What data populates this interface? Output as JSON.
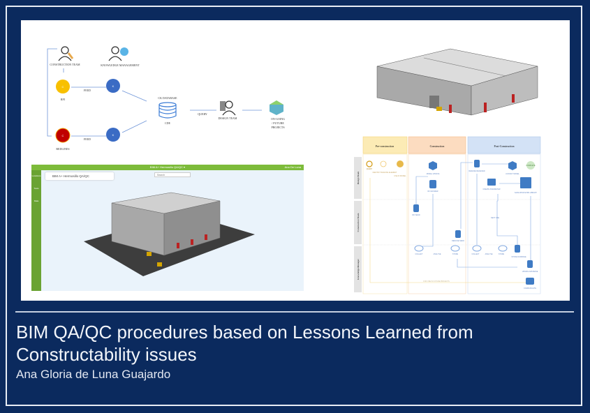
{
  "poster": {
    "title": "BIM QA/QC procedures based on Lessons Learned from Constructability issues",
    "author": "Ana Gloria de Luna Guajardo",
    "colors": {
      "background": "#0b2a5e",
      "accent_green": "#7dbb3a",
      "node_blue": "#3a6bc4",
      "node_yellow": "#f8c000",
      "node_red": "#c00000"
    }
  },
  "flow_diagram": {
    "construction_team": "CONSTRUCTION TEAM",
    "knowledge_management": "KNOWLEDGE MANAGEMENT",
    "c_node": "C",
    "k_node": "K",
    "rfi": "RFI",
    "redlines": "REDLINES",
    "feed": "FEED",
    "ck_database": "CK DATABASE",
    "cde": "CDE",
    "query": "QUERY",
    "design_team": "DESIGN TEAM",
    "future_projects_1": "ON-GOING",
    "future_projects_2": "/ FUTURE",
    "future_projects_3": "PROJECTS"
  },
  "app": {
    "project_title": "BIM A+ Hermosillo QA/QC",
    "user": "Ana De Luna",
    "breadcrumb": "BIM A+ Hermosillo QA/QC",
    "search_placeholder": "Search",
    "side_items": [
      "Locations",
      "Tools",
      "Data"
    ]
  },
  "process": {
    "phases": [
      "Pre-construction",
      "Construction",
      "Post-Construction"
    ],
    "lanes": [
      "Design Team",
      "Construction Team",
      "Knowledge Manager"
    ],
    "steps": {
      "query": "QUERY",
      "identify": "IDENTIFY BUILDING ELEMENT",
      "use_model": "USE IN MODEL",
      "model_update": "MODEL UPDATE",
      "rfi_answer": "RFI ANSWER",
      "rfi_send": "RFI SEND",
      "redline_send": "REDLINE SEND",
      "redline_received": "REDLINE RECEIVED",
      "as_built": "AS-BUILT MODEL",
      "complete": "COMPLETE",
      "create_parameter": "CREATE PARAMETER",
      "save_update": "SAVE/UPDATE BIM LIBRARY",
      "next_use": "NEXT USE",
      "collect": "COLLECT",
      "analyse": "ANALYSE",
      "store": "STORE",
      "store_database": "STORE DATABASE",
      "update_database": "UPDATE DATABASE",
      "communicate": "COMMUNICATE",
      "future_use": "FOR USE IN FUTURE PROJECTS"
    }
  }
}
